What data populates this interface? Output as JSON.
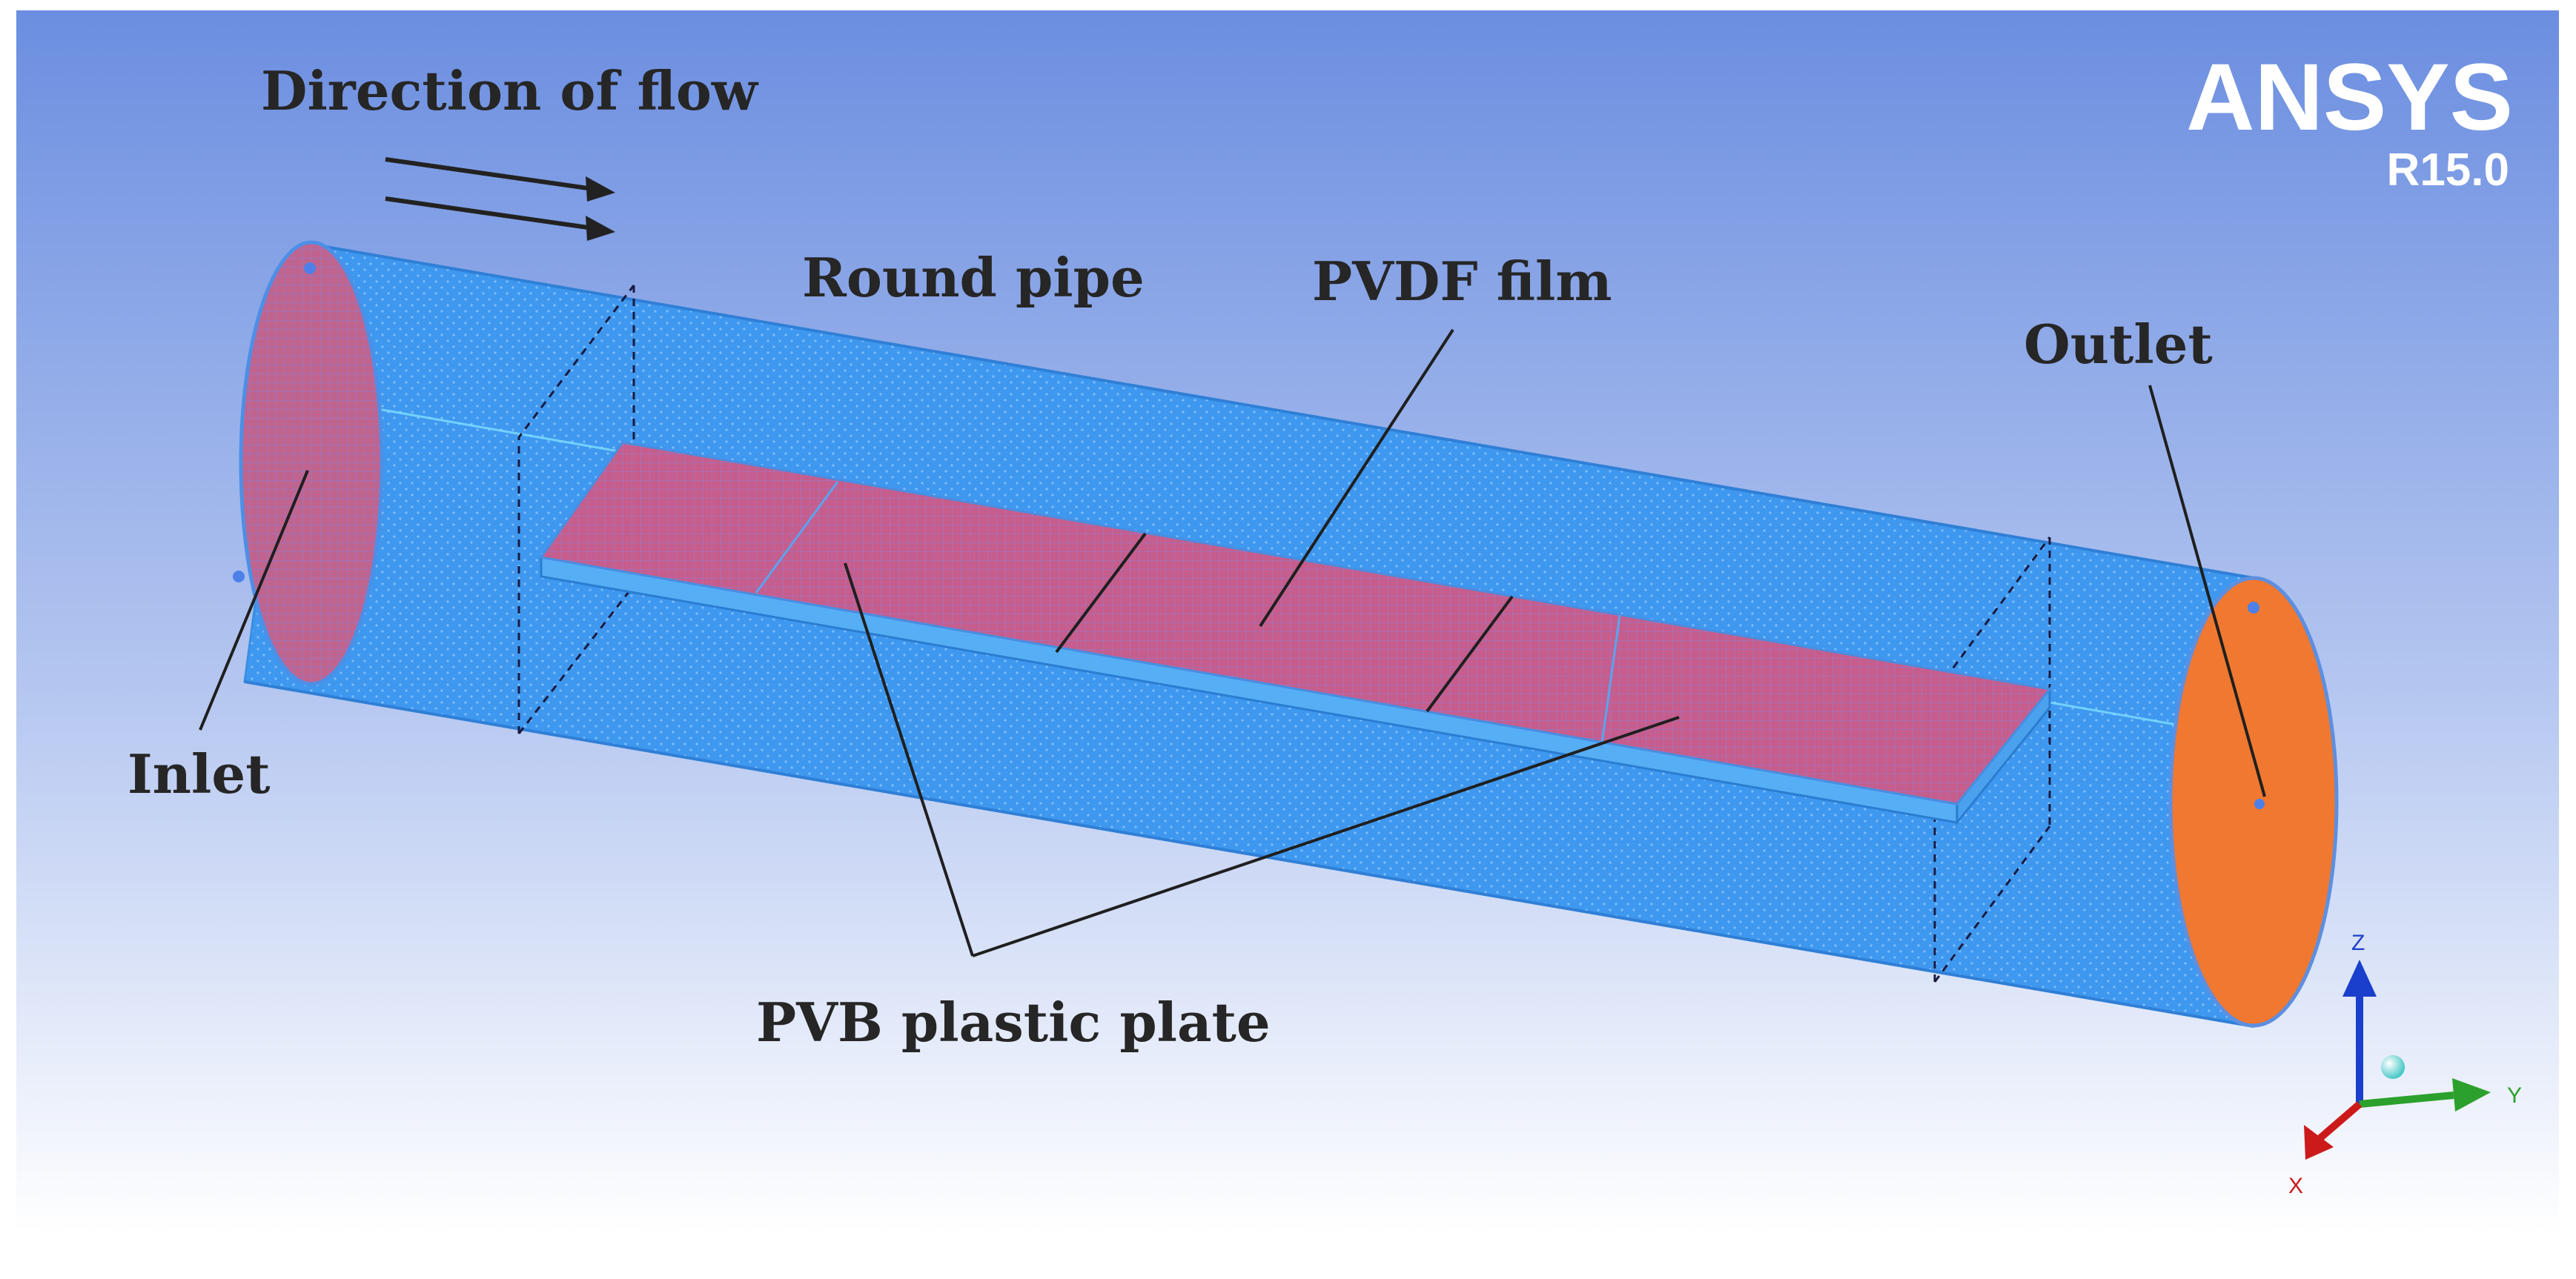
{
  "logo": {
    "brand": "ANSYS",
    "version": "R15.0"
  },
  "labels": {
    "direction": "Direction of flow",
    "pipe": "Round pipe",
    "film": "PVDF  film",
    "outlet": "Outlet",
    "inlet": "Inlet",
    "plate": "PVB  plastic  plate"
  },
  "triad": {
    "z": "Z",
    "y": "Y",
    "x": "X"
  },
  "colors": {
    "background_top": "#6b8ee0",
    "background_bottom": "#ffffff",
    "pipe": "#3d97ef",
    "film_mesh": "#c86088",
    "outlet_face": "#f07830",
    "label_text": "#262626",
    "axis_z": "#1a3fcc",
    "axis_y": "#2ca02c",
    "axis_x": "#cc1a1a"
  }
}
